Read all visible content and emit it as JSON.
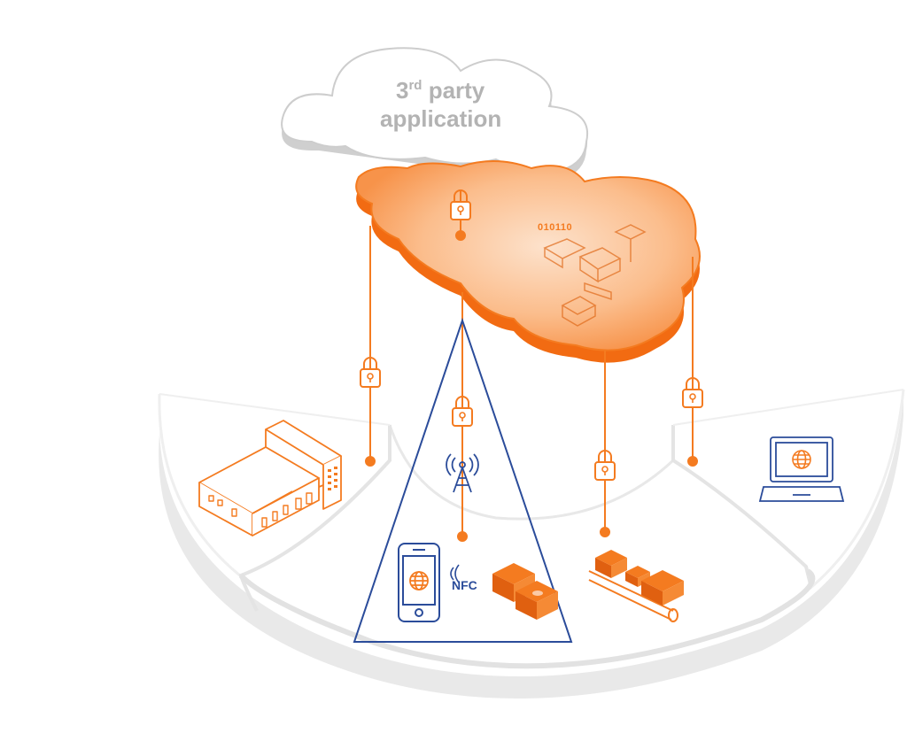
{
  "third_party_cloud": {
    "label_line1_main": "3",
    "label_line1_sup": "rd",
    "label_line1_rest": " party",
    "label_line2": "application"
  },
  "platform_cloud": {
    "binary_text": "010110"
  },
  "nfc_label": "NFC",
  "colors": {
    "orange": "#f47b20",
    "blue": "#2b4c9a",
    "grey_ring": "#e6e6e6",
    "grey_cloud": "#d6d6d6"
  },
  "icons": [
    "lock-icon",
    "factory-icon",
    "cell-tower-icon",
    "smartphone-icon",
    "globe-icon",
    "nfc-icon",
    "iot-device-icon",
    "pipeline-icon",
    "laptop-icon"
  ]
}
